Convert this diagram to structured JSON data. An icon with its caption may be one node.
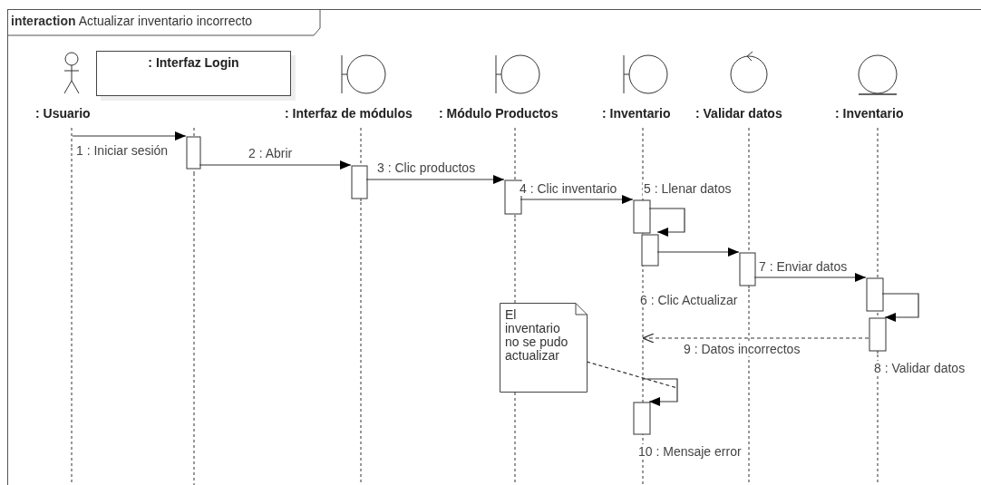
{
  "diagram": {
    "nodes": [
      {
        "text": [
          "**interaction** Actualizar inventario incorrecto"
        ]
      },
      {
        "text": [
          ": Usuario"
        ],
        "in": 0
      },
      {
        "text": [
          ": Interfaz Login"
        ],
        "in": 0
      },
      {
        "text": [
          ": Interfaz de módulos"
        ],
        "in": 0
      },
      {
        "text": [
          ": Módulo Productos"
        ],
        "in": 0
      },
      {
        "text": [
          ": Inventario"
        ],
        "in": 0
      },
      {
        "text": [
          ": Validar datos"
        ],
        "in": 0
      },
      {
        "text": [
          ": Inventario"
        ],
        "in": 0
      },
      {
        "text": [
          "El inventario no se pudo actualizar"
        ],
        "in": 0
      }
    ],
    "edges": [
      {
        "from": 1,
        "to": 2,
        "arrow": "to",
        "label": "1 : Iniciar sesión"
      },
      {
        "from": 2,
        "to": 3,
        "arrow": "to",
        "label": "2 : Abrir"
      },
      {
        "from": 3,
        "to": 4,
        "arrow": "to",
        "label": "3 : Clic productos"
      },
      {
        "from": 4,
        "to": 5,
        "arrow": "to",
        "label": "4 : Clic inventario"
      },
      {
        "from": 5,
        "to": 5,
        "arrow": "to",
        "label": "5 : Llenar datos"
      },
      {
        "from": 5,
        "to": 6,
        "arrow": "to",
        "label": "6 : Clic Actualizar"
      },
      {
        "from": 6,
        "to": 7,
        "arrow": "to",
        "label": "7 : Enviar datos"
      },
      {
        "from": 7,
        "to": 7,
        "arrow": "to",
        "label": "8 : Validar datos"
      },
      {
        "from": 7,
        "to": 5,
        "arrow": "to",
        "label": "9 : Datos incorrectos",
        "style": "dashed"
      },
      {
        "from": 5,
        "to": 5,
        "arrow": "to",
        "label": "10 : Mensaje error"
      },
      {
        "from": 8,
        "to": 5,
        "arrow": "none",
        "style": "dashed"
      }
    ]
  }
}
